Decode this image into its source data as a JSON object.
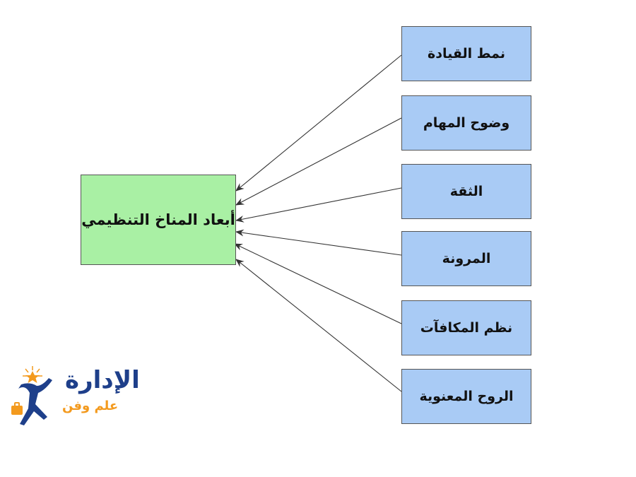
{
  "diagram": {
    "center": {
      "label": "أبعاد المناخ التنظيمي",
      "fill": "#a9f0a4"
    },
    "factor_fill": "#a9cbf5",
    "arrow_color": "#333333",
    "factors": [
      {
        "label": "نمط القيادة"
      },
      {
        "label": "وضوح المهام"
      },
      {
        "label": "الثقة"
      },
      {
        "label": "المرونة"
      },
      {
        "label": "نظم المكافآت"
      },
      {
        "label": "الروح المعنوية"
      }
    ]
  },
  "logo": {
    "title": "الإدارة",
    "subtitle": "علم وفن",
    "title_color": "#1e3f8a",
    "accent_color": "#f39a1e"
  }
}
